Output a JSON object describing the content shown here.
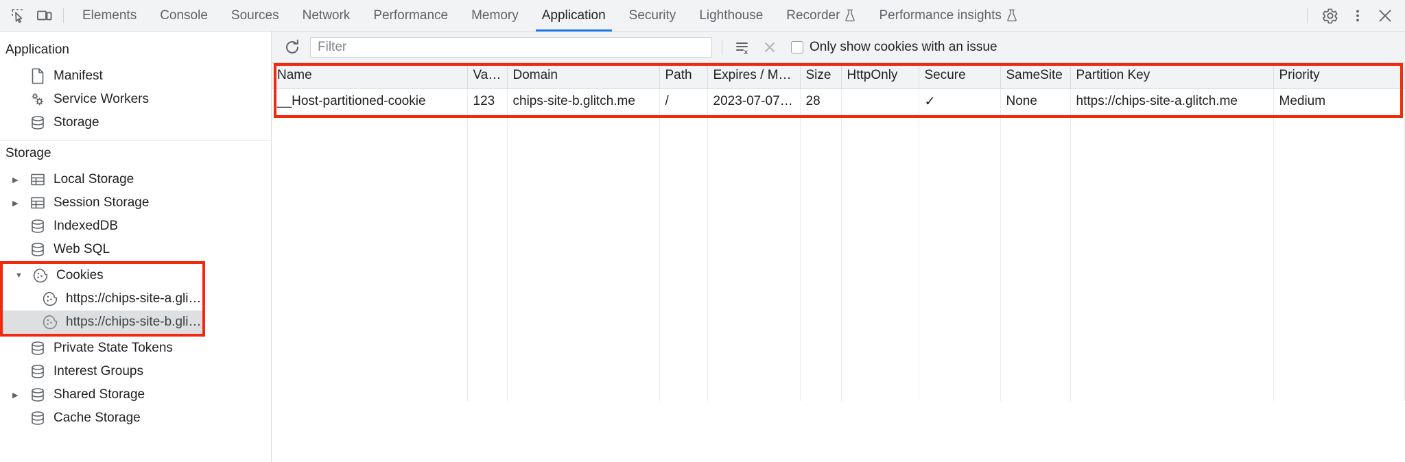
{
  "tabbar": {
    "inspect_icon": "inspect-element-icon",
    "device_icon": "device-toolbar-icon",
    "tabs": [
      {
        "label": "Elements",
        "active": false,
        "experimental": false
      },
      {
        "label": "Console",
        "active": false,
        "experimental": false
      },
      {
        "label": "Sources",
        "active": false,
        "experimental": false
      },
      {
        "label": "Network",
        "active": false,
        "experimental": false
      },
      {
        "label": "Performance",
        "active": false,
        "experimental": false
      },
      {
        "label": "Memory",
        "active": false,
        "experimental": false
      },
      {
        "label": "Application",
        "active": true,
        "experimental": false
      },
      {
        "label": "Security",
        "active": false,
        "experimental": false
      },
      {
        "label": "Lighthouse",
        "active": false,
        "experimental": false
      },
      {
        "label": "Recorder",
        "active": false,
        "experimental": true
      },
      {
        "label": "Performance insights",
        "active": false,
        "experimental": true
      }
    ],
    "settings_icon": "gear-icon",
    "more_icon": "more-options-icon",
    "close_icon": "close-icon"
  },
  "sidebar": {
    "application": {
      "title": "Application",
      "items": [
        {
          "label": "Manifest",
          "icon": "manifest-document-icon",
          "twisty": "none",
          "selected": false
        },
        {
          "label": "Service Workers",
          "icon": "service-workers-gears-icon",
          "twisty": "none",
          "selected": false
        },
        {
          "label": "Storage",
          "icon": "database-icon",
          "twisty": "none",
          "selected": false
        }
      ]
    },
    "storage": {
      "title": "Storage",
      "items": [
        {
          "label": "Local Storage",
          "icon": "table-icon",
          "twisty": "collapsed",
          "selected": false
        },
        {
          "label": "Session Storage",
          "icon": "table-icon",
          "twisty": "collapsed",
          "selected": false
        },
        {
          "label": "IndexedDB",
          "icon": "database-icon",
          "twisty": "none",
          "selected": false
        },
        {
          "label": "Web SQL",
          "icon": "database-icon",
          "twisty": "none",
          "selected": false
        }
      ],
      "cookies": {
        "label": "Cookies",
        "icon": "cookie-icon",
        "twisty": "expanded",
        "children": [
          {
            "label": "https://chips-site-a.glitch.me",
            "icon": "cookie-icon",
            "selected": false
          },
          {
            "label": "https://chips-site-b.glitch.me",
            "icon": "cookie-icon",
            "selected": true
          }
        ]
      },
      "items_after": [
        {
          "label": "Private State Tokens",
          "icon": "database-icon",
          "twisty": "none",
          "selected": false
        },
        {
          "label": "Interest Groups",
          "icon": "database-icon",
          "twisty": "none",
          "selected": false
        },
        {
          "label": "Shared Storage",
          "icon": "database-icon",
          "twisty": "collapsed",
          "selected": false
        },
        {
          "label": "Cache Storage",
          "icon": "database-icon",
          "twisty": "none",
          "selected": false
        }
      ]
    }
  },
  "toolbar": {
    "refresh_icon": "refresh-icon",
    "filter_value": "",
    "filter_placeholder": "Filter",
    "clear_filtered_icon": "clear-filtered-cookies-icon",
    "clear_all_icon": "clear-all-cookies-icon",
    "issue_checkbox_label": "Only show cookies with an issue",
    "issue_checkbox_checked": false
  },
  "table": {
    "columns": [
      "Name",
      "Value",
      "Domain",
      "Path",
      "Expires / M…",
      "Size",
      "HttpOnly",
      "Secure",
      "SameSite",
      "Partition Key",
      "Priority"
    ],
    "rows": [
      {
        "name": "__Host-partitioned-cookie",
        "value": "123",
        "domain": "chips-site-b.glitch.me",
        "path": "/",
        "expires": "2023-07-07…",
        "size": "28",
        "httponly": "",
        "secure": "✓",
        "samesite": "None",
        "partition_key": "https://chips-site-a.glitch.me",
        "priority": "Medium"
      }
    ]
  },
  "colors": {
    "highlight": "#f3280d",
    "accent": "#1a73e8",
    "toolbar_bg": "#f1f3f4",
    "selected_row_bg": "#dedfe1"
  }
}
